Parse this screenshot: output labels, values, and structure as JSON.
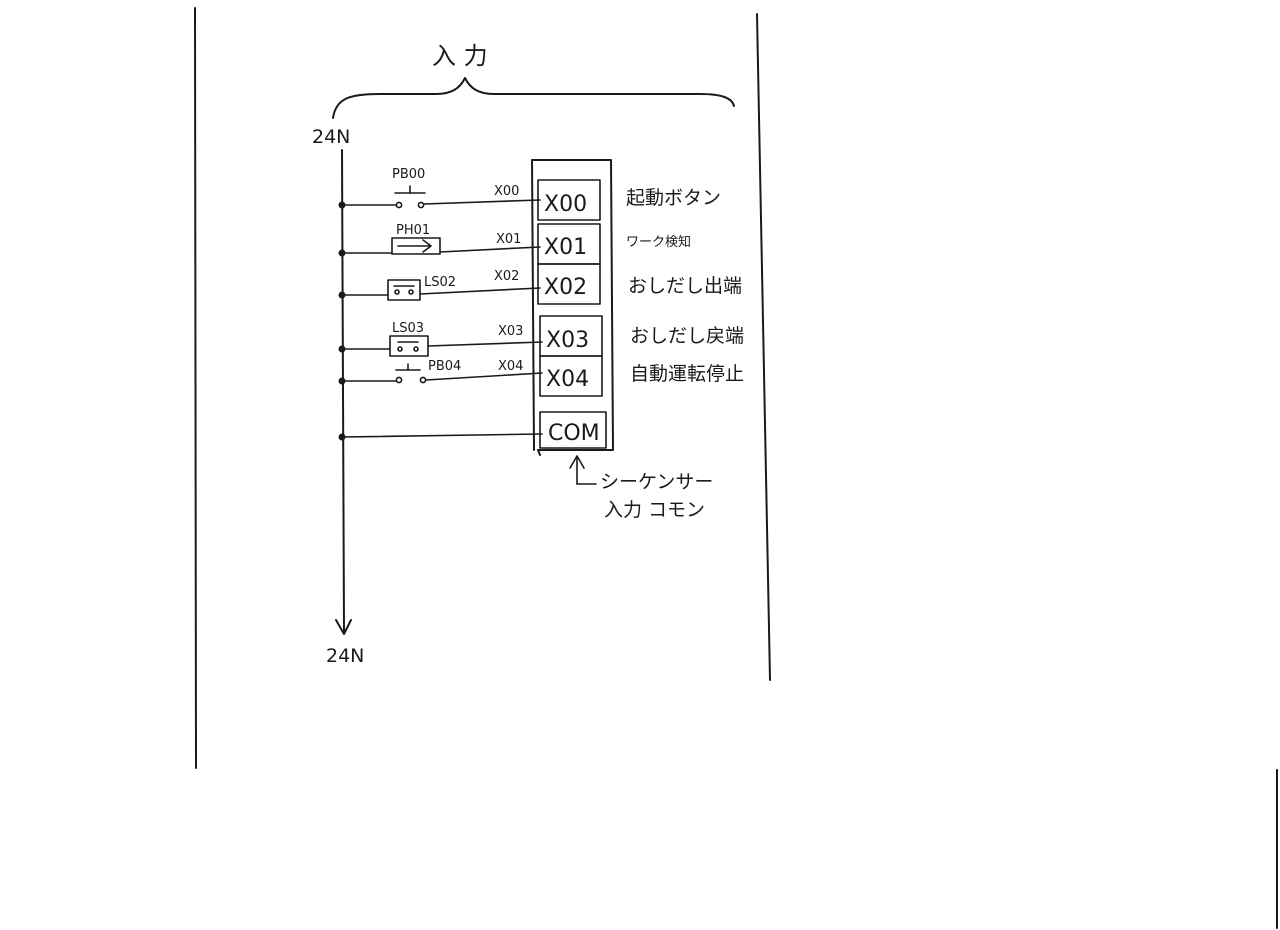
{
  "inputs": {
    "title": "入 力",
    "rail_top": "24N",
    "rail_bottom": "24N",
    "common_block": "COM",
    "common_note_line1": "シーケンサー",
    "common_note_line2": "入力 コモン",
    "devices": [
      {
        "device": "PB00",
        "wire": "X00",
        "register": "X00",
        "comment": "起動ボタン",
        "symbol": "push-button-no"
      },
      {
        "device": "PH01",
        "wire": "X01",
        "register": "X01",
        "comment": "ワーク検知",
        "symbol": "photo-sensor"
      },
      {
        "device": "LS02",
        "wire": "X02",
        "register": "X02",
        "comment": "おしだし出端",
        "symbol": "limit-switch"
      },
      {
        "device": "LS03",
        "wire": "X03",
        "register": "X03",
        "comment": "おしだし戻端",
        "symbol": "limit-switch"
      },
      {
        "device": "PB04",
        "wire": "X04",
        "register": "X04",
        "comment": "自動運転停止",
        "symbol": "push-button-nc"
      }
    ]
  }
}
